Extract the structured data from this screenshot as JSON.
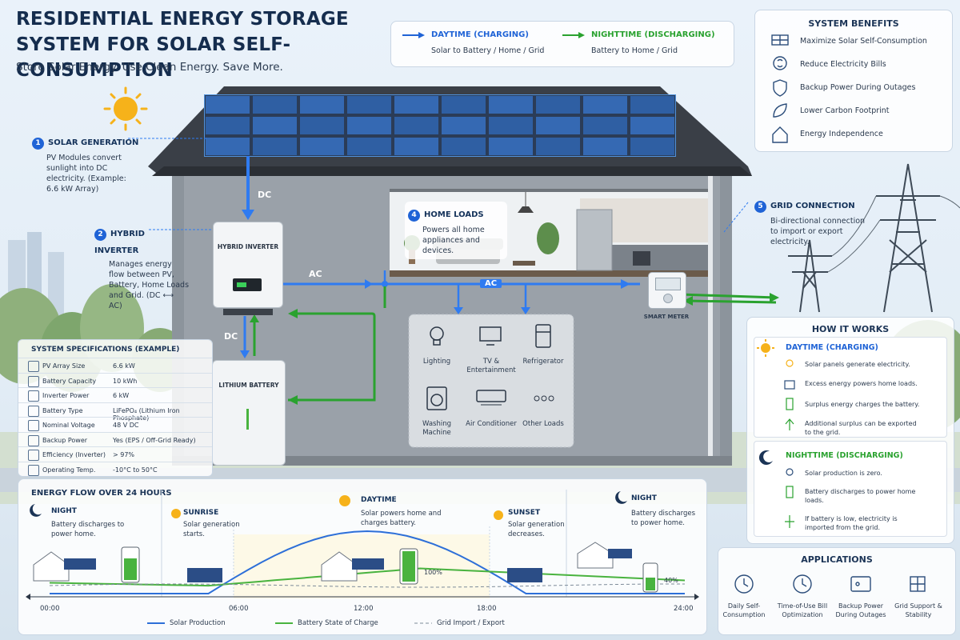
{
  "header": {
    "title": "RESIDENTIAL ENERGY STORAGE SYSTEM FOR SOLAR SELF-CONSUMPTION",
    "subtitle": "Store Solar Energy. Use Clean Energy. Save More."
  },
  "legend_top": {
    "daytime_label": "DAYTIME (CHARGING)",
    "daytime_desc": "Solar to Battery / Home / Grid",
    "nighttime_label": "NIGHTTIME (DISCHARGING)",
    "nighttime_desc": "Battery to Home / Grid",
    "daytime_color": "#1f63d6",
    "nighttime_color": "#2aa22f"
  },
  "steps": [
    {
      "num": "1",
      "title": "SOLAR GENERATION",
      "desc": "PV Modules convert sunlight into DC electricity. (Example: 6.6 kW Array)"
    },
    {
      "num": "2",
      "title": "HYBRID INVERTER",
      "desc": "Manages energy flow between PV, Battery, Home Loads and Grid. (DC ⟷ AC)"
    },
    {
      "num": "4",
      "title": "HOME LOADS",
      "desc": "Powers all home appliances and devices."
    },
    {
      "num": "5",
      "title": "GRID CONNECTION",
      "desc": "Bi-directional connection to import or export electricity."
    }
  ],
  "devices": {
    "inverter_label": "HYBRID INVERTER",
    "battery_label": "LITHIUM BATTERY",
    "meter_label": "SMART METER",
    "dc_label_1": "DC",
    "dc_label_2": "DC",
    "ac_label_1": "AC",
    "ac_label_2": "AC"
  },
  "loads": [
    {
      "label": "Lighting",
      "icon": "bulb-icon"
    },
    {
      "label": "TV & Entertainment",
      "icon": "tv-icon"
    },
    {
      "label": "Refrigerator",
      "icon": "fridge-icon"
    },
    {
      "label": "Washing Machine",
      "icon": "washer-icon"
    },
    {
      "label": "Air Conditioner",
      "icon": "ac-icon"
    },
    {
      "label": "Other Loads",
      "icon": "dots-icon"
    }
  ],
  "specs": {
    "title": "SYSTEM SPECIFICATIONS (EXAMPLE)",
    "rows": [
      {
        "label": "PV Array Size",
        "value": "6.6 kW",
        "icon": "panel-icon"
      },
      {
        "label": "Battery Capacity",
        "value": "10 kWh",
        "icon": "battery-icon"
      },
      {
        "label": "Inverter Power",
        "value": "6 kW",
        "icon": "shield-icon"
      },
      {
        "label": "Battery Type",
        "value": "LiFePO₄ (Lithium Iron Phosphate)",
        "icon": "battery-type-icon"
      },
      {
        "label": "Nominal Voltage",
        "value": "48 V DC",
        "icon": "voltage-icon"
      },
      {
        "label": "Backup Power",
        "value": "Yes (EPS / Off-Grid Ready)",
        "icon": "backup-icon"
      },
      {
        "label": "Efficiency (Inverter)",
        "value": "> 97%",
        "icon": "efficiency-icon"
      },
      {
        "label": "Operating Temp.",
        "value": "-10°C to 50°C",
        "icon": "thermometer-icon"
      }
    ]
  },
  "benefits": {
    "title": "SYSTEM BENEFITS",
    "items": [
      {
        "label": "Maximize Solar Self-Consumption",
        "icon": "solar-panel-icon"
      },
      {
        "label": "Reduce Electricity Bills",
        "icon": "money-bag-icon"
      },
      {
        "label": "Backup Power During Outages",
        "icon": "shield-bolt-icon"
      },
      {
        "label": "Lower Carbon Footprint",
        "icon": "leaf-icon"
      },
      {
        "label": "Energy Independence",
        "icon": "house-icon"
      }
    ]
  },
  "how_it_works": {
    "title": "HOW IT WORKS",
    "day_title": "DAYTIME (CHARGING)",
    "day_steps": [
      "Solar panels generate electricity.",
      "Excess energy powers home loads.",
      "Surplus energy charges the battery.",
      "Additional surplus can be exported to the grid."
    ],
    "night_title": "NIGHTTIME (DISCHARGING)",
    "night_steps": [
      "Solar production is zero.",
      "Battery discharges to power home loads.",
      "If battery is low, electricity is imported from the grid."
    ]
  },
  "applications": {
    "title": "APPLICATIONS",
    "items": [
      {
        "label": "Daily Self-Consumption",
        "icon": "clock-icon"
      },
      {
        "label": "Time-of-Use Bill Optimization",
        "icon": "clock-icon"
      },
      {
        "label": "Backup Power During Outages",
        "icon": "battery-box-icon"
      },
      {
        "label": "Grid Support & Stability",
        "icon": "grid-icon"
      }
    ]
  },
  "energy_flow": {
    "title": "ENERGY FLOW OVER 24 HOURS",
    "phases": [
      {
        "title": "NIGHT",
        "desc": "Battery discharges to power home."
      },
      {
        "title": "SUNRISE",
        "desc": "Solar generation starts."
      },
      {
        "title": "DAYTIME",
        "desc": "Solar powers home and charges battery."
      },
      {
        "title": "SUNSET",
        "desc": "Solar generation decreases."
      },
      {
        "title": "NIGHT",
        "desc": "Battery discharges to power home."
      }
    ],
    "battery_labels": [
      "100%",
      "40%"
    ],
    "x_ticks": [
      "00:00",
      "06:00",
      "12:00",
      "18:00",
      "24:00"
    ],
    "legend": [
      "Solar Production",
      "Battery State of Charge",
      "Grid Import / Export"
    ],
    "solar_color": "#2d6fd8",
    "soc_color": "#49b33f",
    "grid_color": "#7d8b99"
  }
}
